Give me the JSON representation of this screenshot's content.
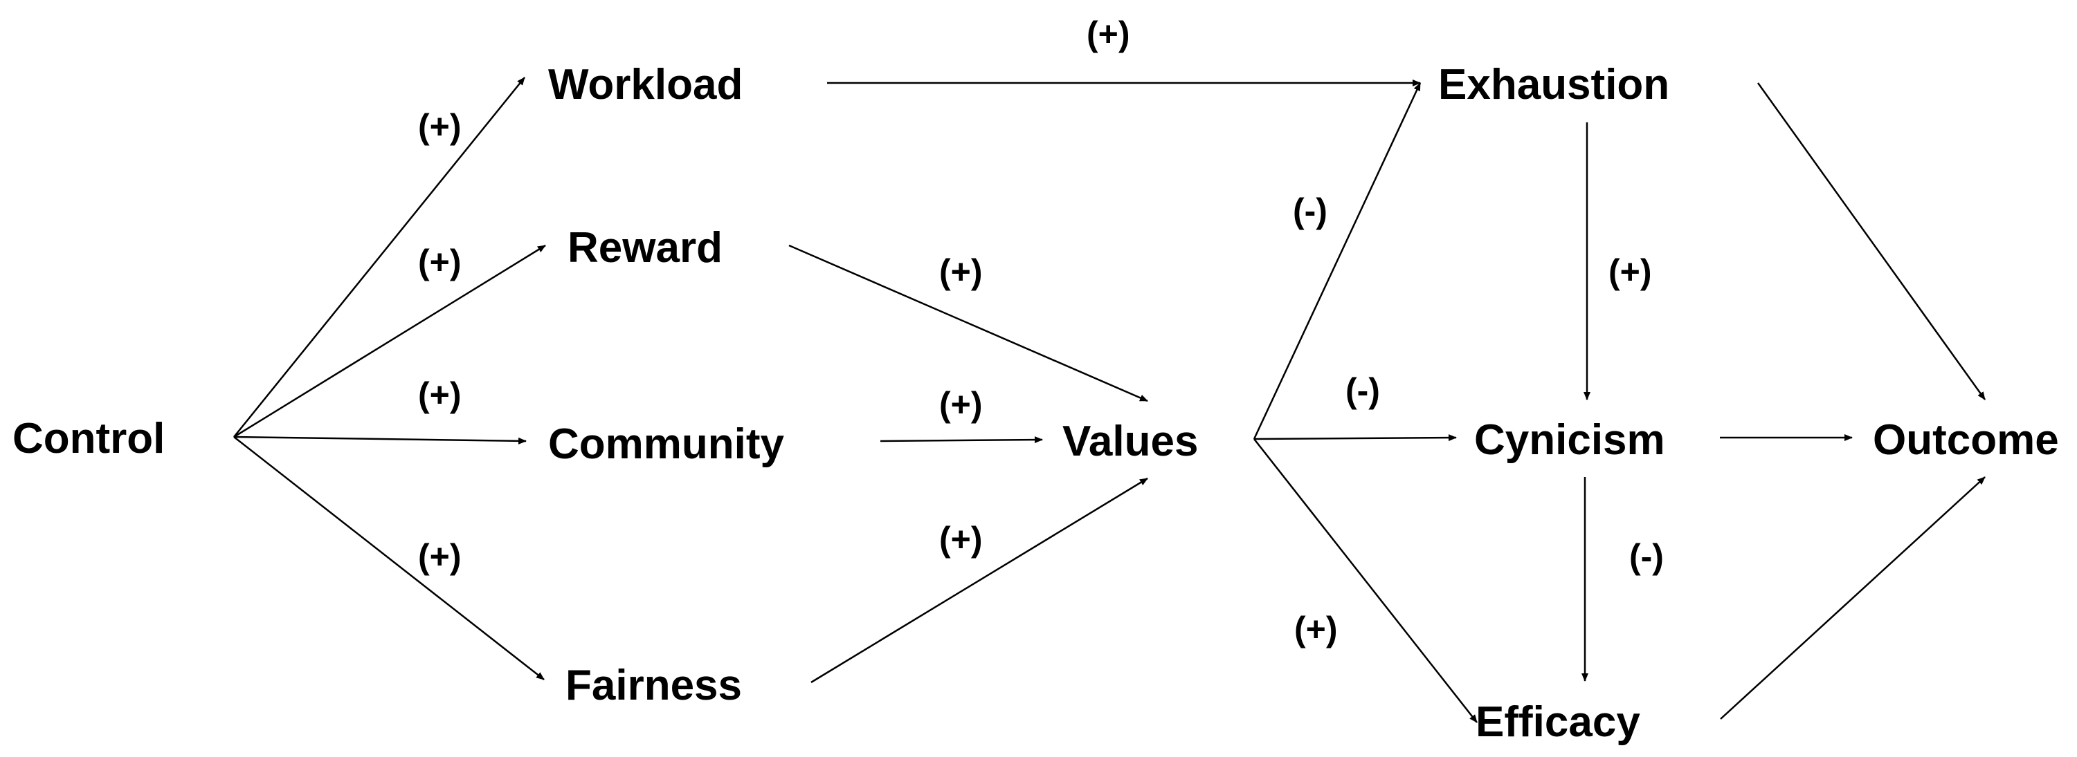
{
  "diagram": {
    "style": {
      "line_color": "#000000",
      "text_color": "#000000",
      "background": "#ffffff"
    },
    "nodes": {
      "control": "Control",
      "workload": "Workload",
      "reward": "Reward",
      "community": "Community",
      "fairness": "Fairness",
      "values": "Values",
      "exhaustion": "Exhaustion",
      "cynicism": "Cynicism",
      "efficacy": "Efficacy",
      "outcome": "Outcome"
    },
    "edges": [
      {
        "from": "Control",
        "to": "Workload",
        "sign": "(+)"
      },
      {
        "from": "Control",
        "to": "Reward",
        "sign": "(+)"
      },
      {
        "from": "Control",
        "to": "Community",
        "sign": "(+)"
      },
      {
        "from": "Control",
        "to": "Fairness",
        "sign": "(+)"
      },
      {
        "from": "Workload",
        "to": "Exhaustion",
        "sign": "(+)"
      },
      {
        "from": "Reward",
        "to": "Values",
        "sign": "(+)"
      },
      {
        "from": "Community",
        "to": "Values",
        "sign": "(+)"
      },
      {
        "from": "Fairness",
        "to": "Values",
        "sign": "(+)"
      },
      {
        "from": "Values",
        "to": "Exhaustion",
        "sign": "(-)"
      },
      {
        "from": "Values",
        "to": "Cynicism",
        "sign": "(-)"
      },
      {
        "from": "Values",
        "to": "Efficacy",
        "sign": "(+)"
      },
      {
        "from": "Exhaustion",
        "to": "Cynicism",
        "sign": "(+)"
      },
      {
        "from": "Cynicism",
        "to": "Efficacy",
        "sign": "(-)"
      },
      {
        "from": "Exhaustion",
        "to": "Outcome",
        "sign": ""
      },
      {
        "from": "Cynicism",
        "to": "Outcome",
        "sign": ""
      },
      {
        "from": "Efficacy",
        "to": "Outcome",
        "sign": ""
      }
    ]
  }
}
